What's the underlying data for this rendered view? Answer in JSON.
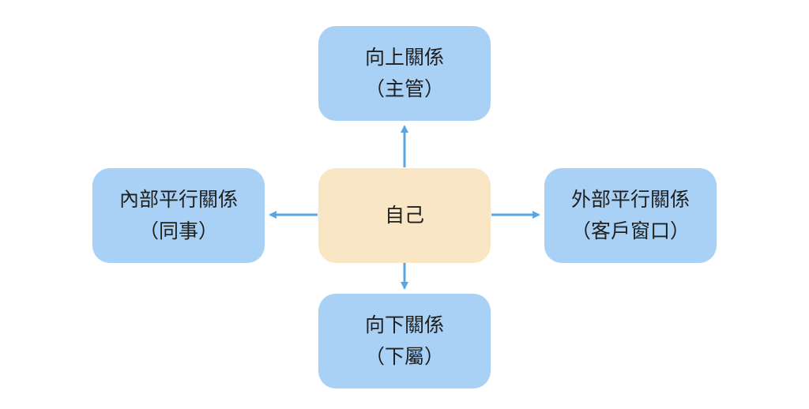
{
  "diagram": {
    "center": {
      "line1": "自己",
      "line2": ""
    },
    "top": {
      "line1": "向上關係",
      "line2": "（主管）"
    },
    "left": {
      "line1": "內部平行關係",
      "line2": "（同事）"
    },
    "right": {
      "line1": "外部平行關係",
      "line2": "（客戶窗口）"
    },
    "bottom": {
      "line1": "向下關係",
      "line2": "（下屬）"
    }
  },
  "colors": {
    "node_blue": "#a9d1f5",
    "node_center": "#f8e6c4",
    "arrow": "#5aa6e2",
    "text": "#1f1f1f"
  }
}
